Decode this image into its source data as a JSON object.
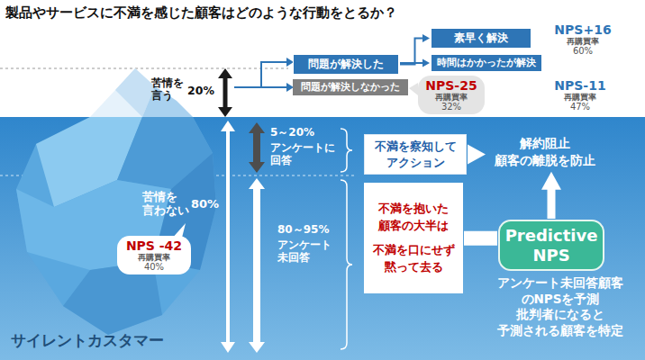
{
  "diagram": {
    "title": "製品やサービスに不満を感じた顧客はどのような行動をとるか？",
    "nodes": [
      {
        "text": [
          "問題が解決した"
        ]
      },
      {
        "text": [
          "素早く解決"
        ]
      },
      {
        "text": [
          "時間はかかったが解決"
        ]
      },
      {
        "text": [
          "NPS+16",
          "再購買率",
          "60%"
        ]
      },
      {
        "text": [
          "問題が解決しなかった"
        ]
      },
      {
        "text": [
          "NPS-25",
          "再購買率",
          "32%"
        ]
      },
      {
        "text": [
          "NPS-11",
          "再購買率",
          "47%"
        ]
      },
      {
        "text": [
          "不満を察知して アクション"
        ]
      },
      {
        "text": [
          "解約阻止 顧客の離脱を防止"
        ]
      },
      {
        "text": [
          "不満を抱いた 顧客の大半は",
          "不満を口にせず 黙って去る"
        ]
      },
      {
        "text": [
          "Predictive NPS"
        ]
      },
      {
        "text": [
          "NPS -42",
          "再購買率",
          "40%"
        ]
      }
    ],
    "edges": [
      {
        "from": 0,
        "to": 1,
        "arrow": "to"
      },
      {
        "from": 0,
        "to": 2,
        "arrow": "to"
      },
      {
        "from": 7,
        "to": 8,
        "arrow": "to"
      },
      {
        "from": 10,
        "to": 8,
        "arrow": "to"
      },
      {
        "from": 9,
        "to": 10,
        "arrow": "none"
      }
    ],
    "labels": [
      "苦情を 言う",
      "20%",
      "5～20%",
      "アンケートに 回答",
      "苦情を 言わない",
      "80%",
      "80～95%",
      "アンケート 未回答",
      "アンケート未回答顧客 のNPSを予測 批判者になると 予測される顧客を特定",
      "サイレントカスタマー"
    ]
  }
}
